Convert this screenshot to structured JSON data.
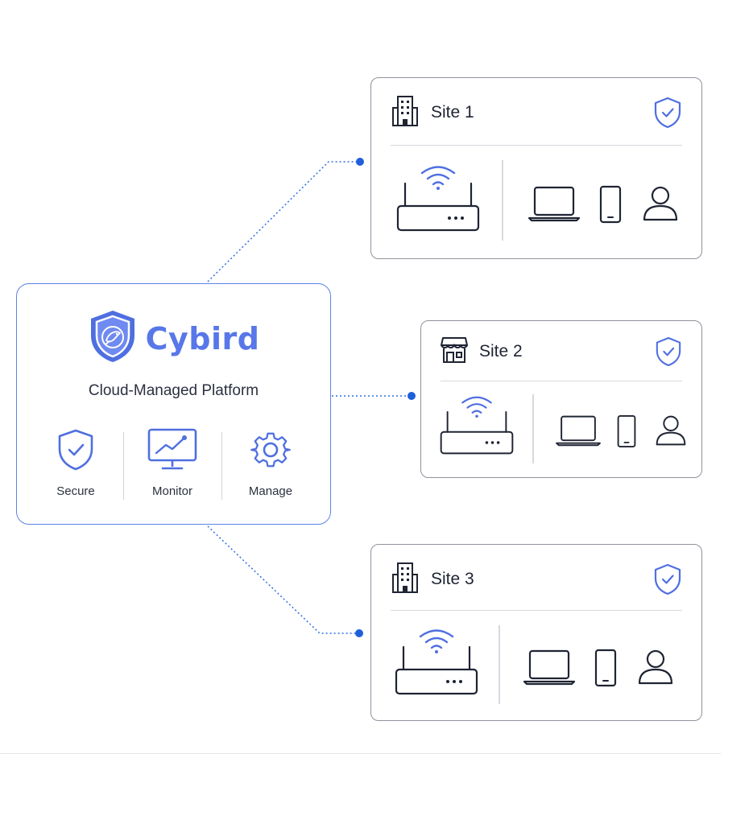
{
  "platform": {
    "brand_name": "Cybird",
    "subtitle": "Cloud-Managed Platform",
    "features": [
      {
        "label": "Secure",
        "icon": "shield-check-icon"
      },
      {
        "label": "Monitor",
        "icon": "monitor-chart-icon"
      },
      {
        "label": "Manage",
        "icon": "gear-icon"
      }
    ],
    "accent_color": "#5877e8"
  },
  "sites": [
    {
      "title": "Site 1",
      "icon": "office-building-icon",
      "status_icon": "shield-check-icon"
    },
    {
      "title": "Site 2",
      "icon": "storefront-icon",
      "status_icon": "shield-check-icon"
    },
    {
      "title": "Site 3",
      "icon": "office-building-icon",
      "status_icon": "shield-check-icon"
    }
  ],
  "colors": {
    "accent": "#5877e8",
    "connector": "#2f6fe0",
    "card_border": "#8f939c",
    "icon_stroke": "#1f2433"
  }
}
